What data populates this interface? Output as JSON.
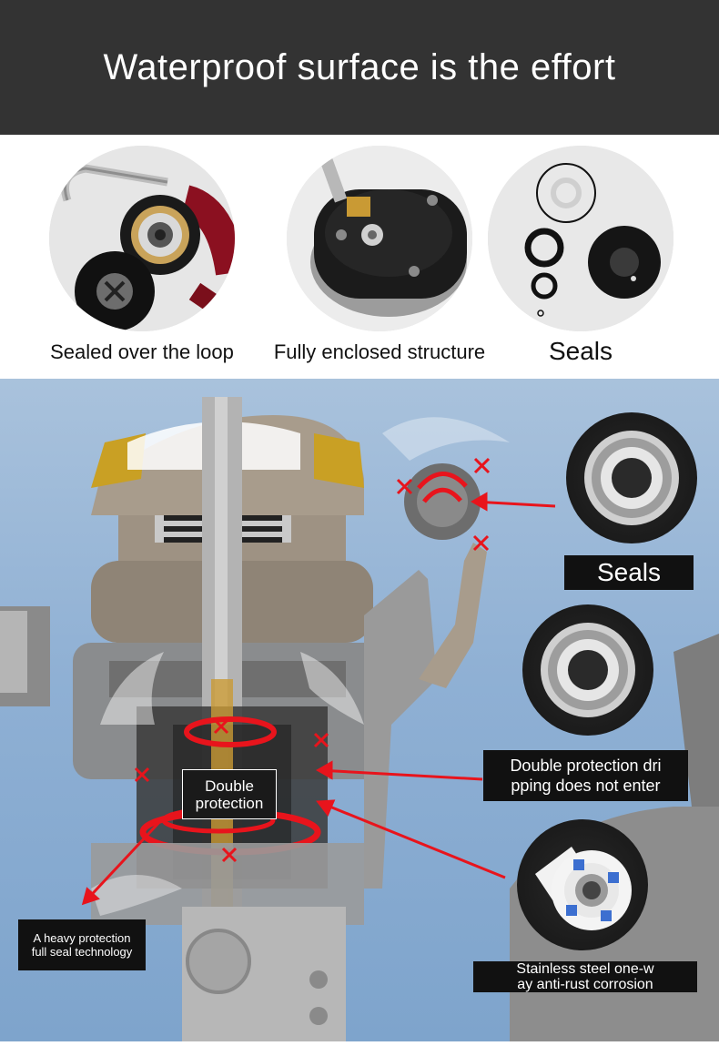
{
  "header": {
    "title": "Waterproof surface is the effort"
  },
  "features": [
    {
      "caption": "Sealed over the loop"
    },
    {
      "caption": "Fully enclosed structure"
    },
    {
      "caption": "Seals"
    }
  ],
  "labels": {
    "seals": "Seals",
    "double_protection_drip_line1": "Double protection dri",
    "double_protection_drip_line2": "pping does not enter",
    "double_protection_line1": "Double",
    "double_protection_line2": "protection",
    "heavy_protection_line1": "A heavy protection",
    "heavy_protection_line2": "full seal technology",
    "stainless_line1": "Stainless steel one-w",
    "stainless_line2": "ay anti-rust corrosion"
  },
  "colors": {
    "header_bg": "#333333",
    "diagram_bg": "#8fb0d4",
    "arrow": "#e8141c",
    "label_bg": "#111111"
  }
}
